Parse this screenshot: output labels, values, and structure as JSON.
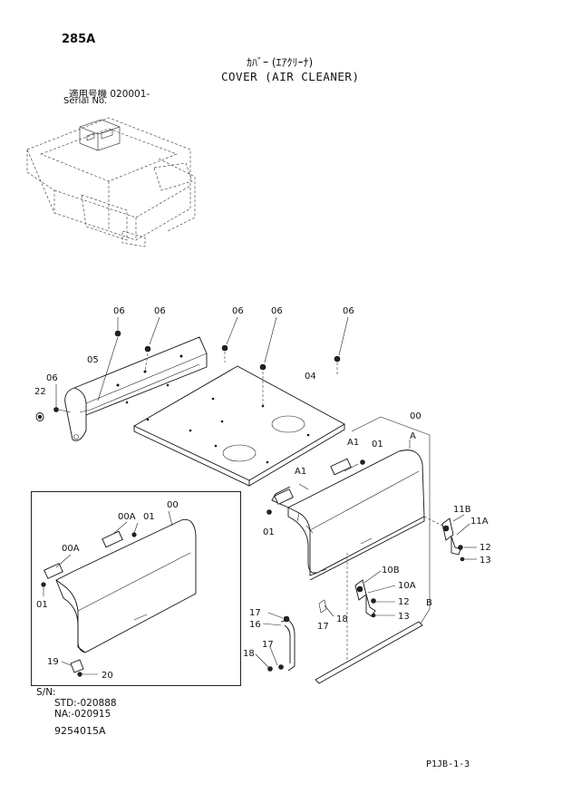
{
  "header": {
    "page_number": "285A",
    "title_jp": "ｶﾊﾞｰ (ｴｱｸﾘｰﾅ)",
    "title_en": "COVER (AIR CLEANER)",
    "serial_jp": "適用号機  020001-",
    "serial_en": "Serial No."
  },
  "callouts": {
    "c06a": "06",
    "c06b": "06",
    "c06c": "06",
    "c06d": "06",
    "c06e": "06",
    "c06f": "06",
    "c05": "05",
    "c04": "04",
    "c22": "22",
    "c00": "00",
    "cA": "A",
    "cA1a": "A1",
    "cA1b": "A1",
    "c01a": "01",
    "c01b": "01",
    "c11B": "11B",
    "c11A": "11A",
    "c12a": "12",
    "c13a": "13",
    "c10B": "10B",
    "c10A": "10A",
    "c12b": "12",
    "c13b": "13",
    "c17a": "17",
    "c16": "16",
    "c17b": "17",
    "c18a": "18",
    "c18b": "18",
    "c17c": "17",
    "cB": "B"
  },
  "inset": {
    "c00": "00",
    "c00A": "00A",
    "c01a": "01",
    "c00A2": "00A",
    "c01b": "01",
    "c19": "19",
    "c20": "20",
    "sn_label": "S/N:",
    "sn_std": "STD:-020888",
    "sn_na": "NA:-020915"
  },
  "footer": {
    "doc_code": "9254015A",
    "ref_code": "P1JB-1-3"
  }
}
